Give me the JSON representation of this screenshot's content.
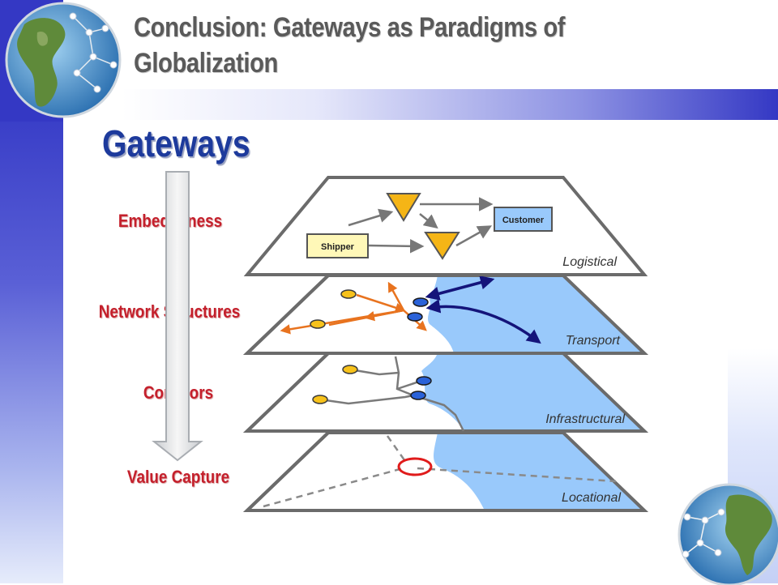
{
  "slide": {
    "title": "Conclusion: Gateways as Paradigms of Globalization",
    "heading": "Gateways",
    "layer_labels": [
      "Embededness",
      "Network Structures",
      "Corridors",
      "Value Capture"
    ]
  },
  "diagram": {
    "planes": [
      "Logistical",
      "Transport",
      "Infrastructural",
      "Locational"
    ],
    "nodes": {
      "shipper": "Shipper",
      "customer": "Customer"
    }
  },
  "colors": {
    "title_text": "#5a5a5a",
    "heading_text": "#1d3a9c",
    "layer_label_text": "#c4202c",
    "accent_blue": "#3438c4",
    "water": "#99c9fb",
    "arrow_orange": "#e8731f",
    "arrow_navy": "#14147a",
    "node_yellow": "#f7c21b",
    "node_blue": "#2a62d8",
    "triangle": "#f5b516",
    "highlight_ring": "#e01b1b"
  }
}
